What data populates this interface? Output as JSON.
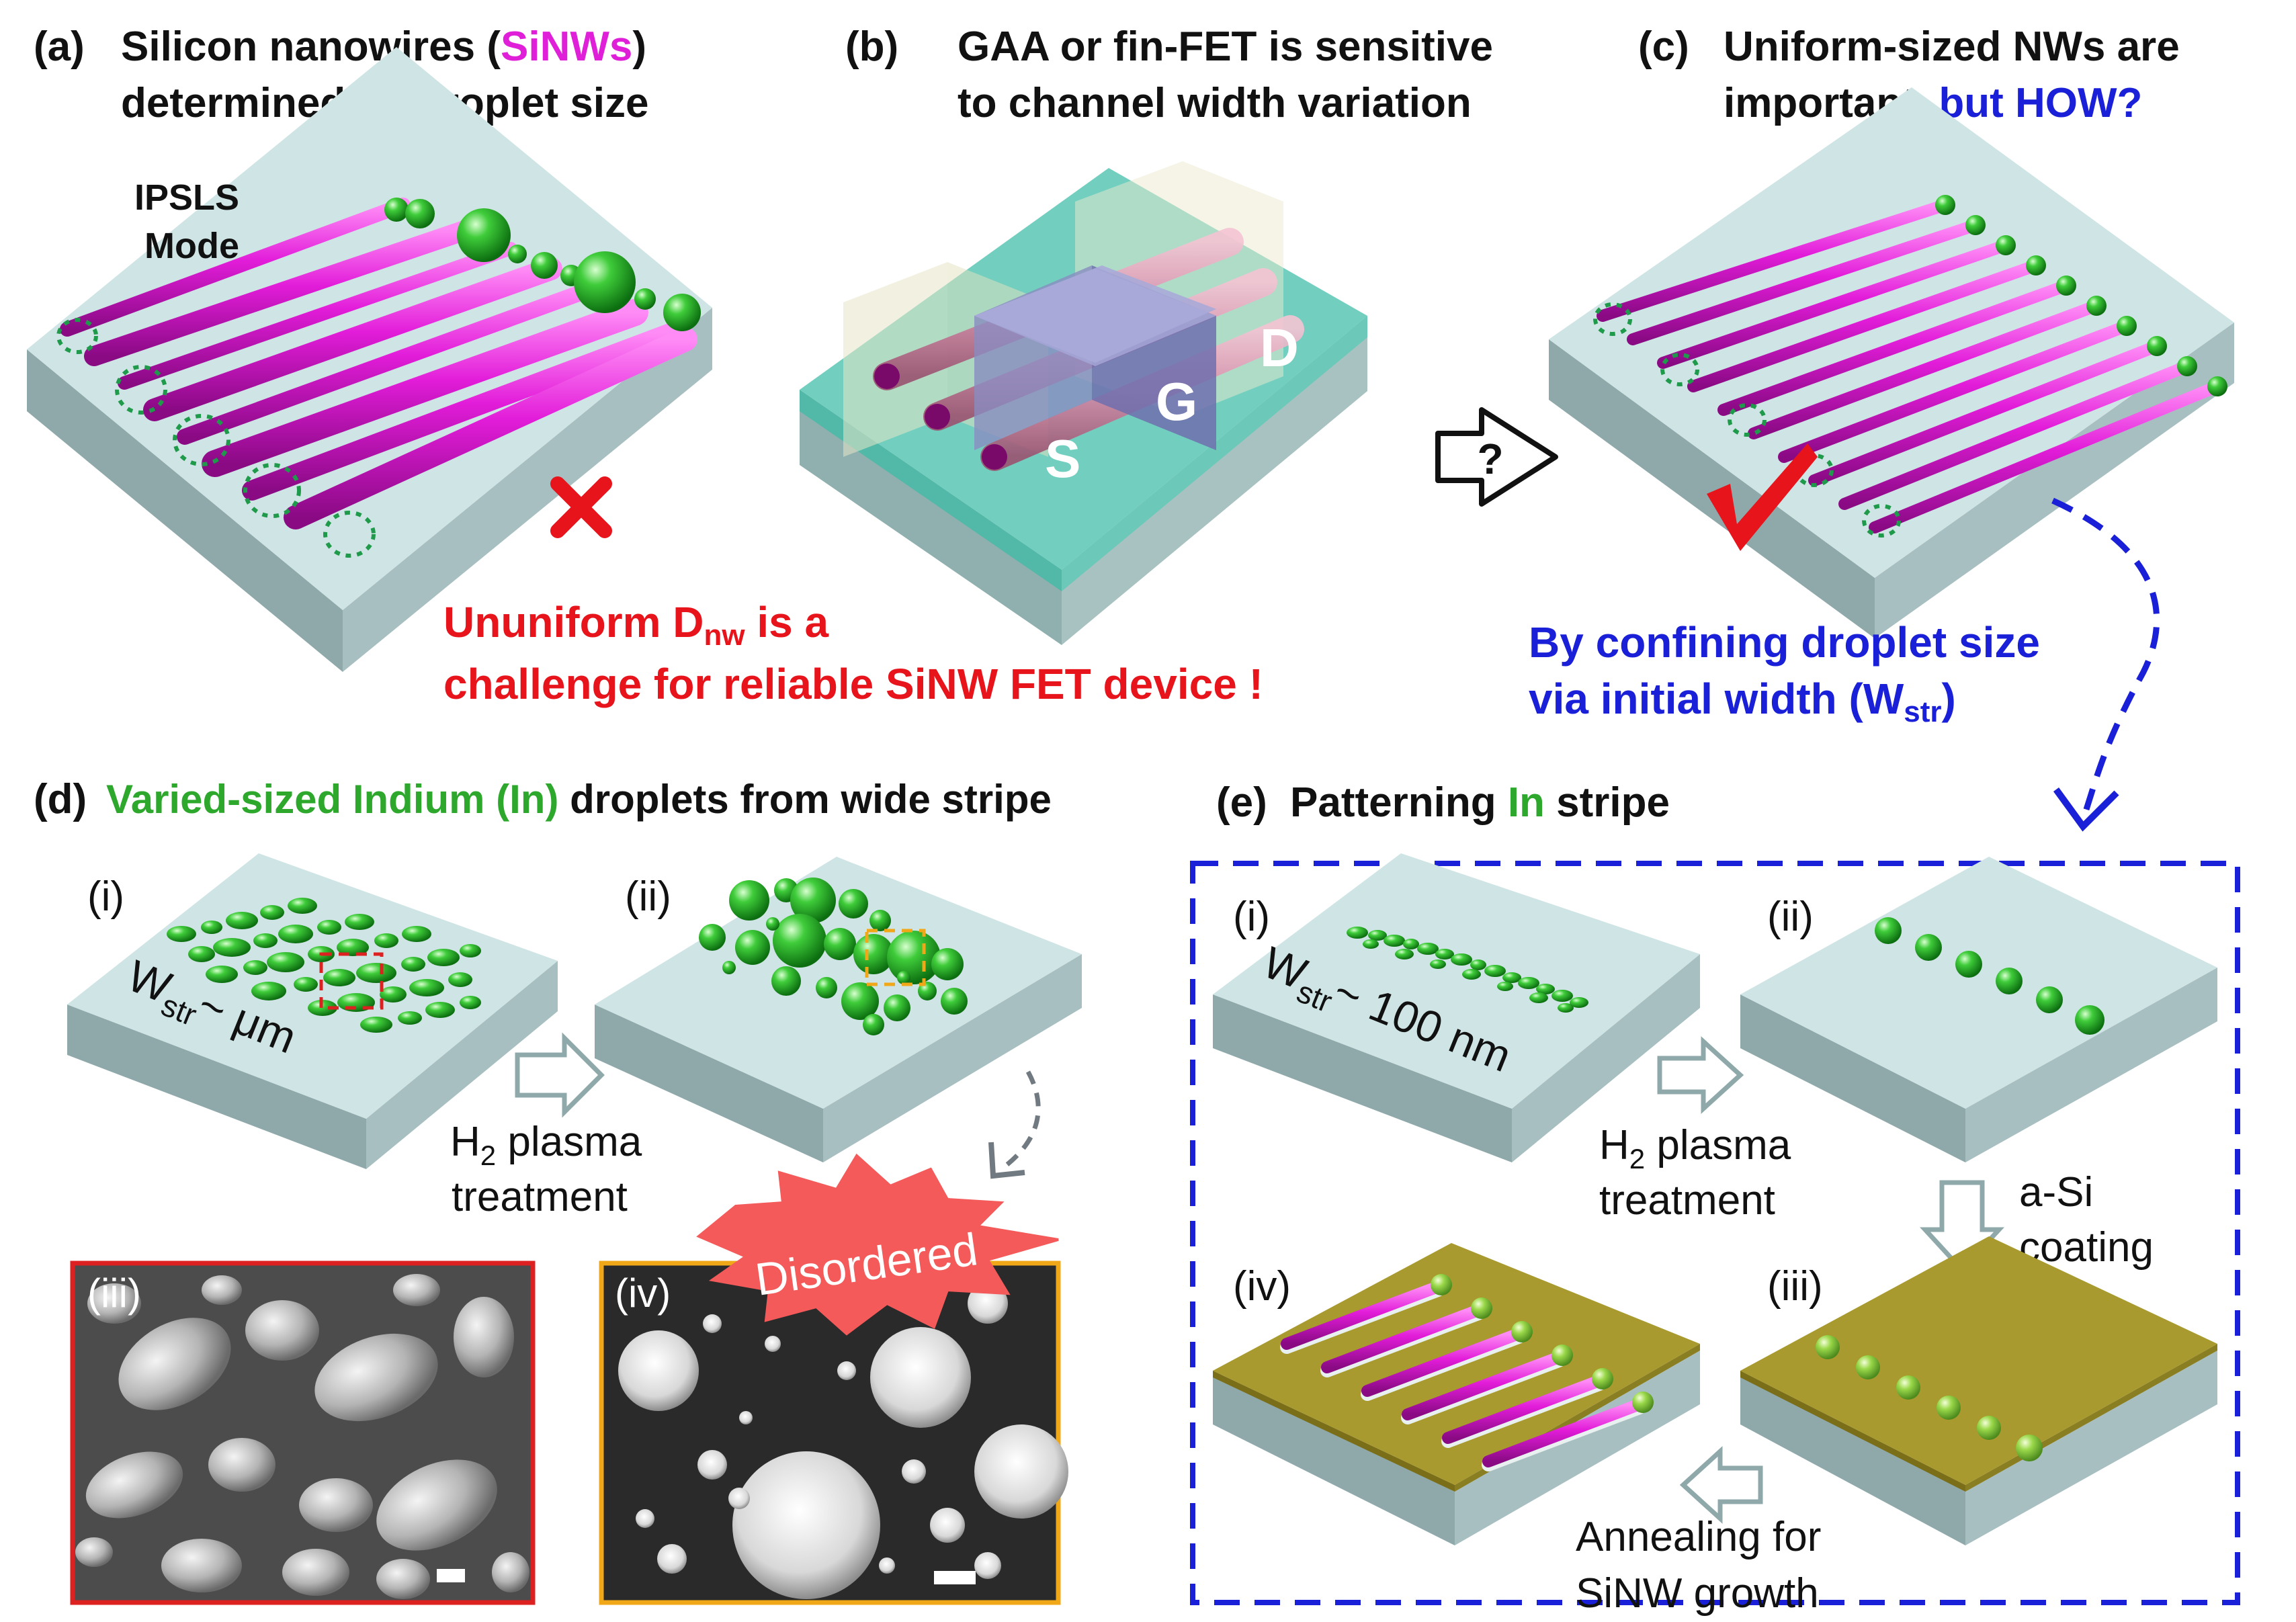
{
  "colors": {
    "nanowire": "#e020d8",
    "droplet": "#22aa22",
    "indium_label": "#2da82d",
    "substrate_top": "#cfe4e4",
    "substrate_front": "#8fa9ab",
    "substrate_side": "#a7bfc0",
    "coating": "#a89a2e",
    "warning_red": "#e8141c",
    "confine_blue": "#1a1fd8",
    "frame_red": "#dd2020",
    "frame_orange": "#f0a818",
    "burst": "#f45a5a"
  },
  "panel_a": {
    "tag": "(a)",
    "title_pre": "Silicon nanowires (",
    "title_highlight": "SiNWs",
    "title_post": ")",
    "title_line2": "determined by droplet size",
    "mode_line1": "IPSLS",
    "mode_line2": "Mode",
    "mark_icon": "cross-icon"
  },
  "panel_b": {
    "tag": "(b)",
    "title_line1": "GAA or fin-FET is sensitive",
    "title_line2": "to channel width variation",
    "label_s": "S",
    "label_g": "G",
    "label_d": "D"
  },
  "transition": {
    "arrow_label": "?"
  },
  "panel_c": {
    "tag": "(c)",
    "title_line1": "Uniform-sized NWs are",
    "title_line2_pre": "important, ",
    "title_line2_highlight": "but HOW?",
    "mark_icon": "check-icon"
  },
  "warning": {
    "line1_pre": "Ununiform D",
    "line1_sub": "nw",
    "line1_post": " is a",
    "line2": "challenge for reliable SiNW FET device !"
  },
  "confine": {
    "line1": "By confining droplet size",
    "line2_pre": "via initial width (W",
    "line2_sub": "str",
    "line2_post": ")"
  },
  "panel_d": {
    "tag": "(d)",
    "title_highlight": "Varied-sized Indium (In)",
    "title_post": " droplets from wide stripe",
    "step_i": "(i)",
    "step_ii": "(ii)",
    "step_iii": "(iii)",
    "step_iv": "(iv)",
    "width_label_w": "W",
    "width_label_sub": "str",
    "width_label_val": "~ μm",
    "treatment_line1_pre": "H",
    "treatment_line1_sub": "2",
    "treatment_line1_post": " plasma",
    "treatment_line2": "treatment",
    "burst_label": "Disordered"
  },
  "panel_e": {
    "tag": "(e)",
    "title_pre": "Patterning ",
    "title_highlight": "In",
    "title_post": " stripe",
    "step_i": "(i)",
    "step_ii": "(ii)",
    "step_iii": "(iii)",
    "step_iv": "(iv)",
    "width_label_w": "W",
    "width_label_sub": "str",
    "width_label_val": "~ 100 nm",
    "treatment_line1_pre": "H",
    "treatment_line1_sub": "2",
    "treatment_line1_post": " plasma",
    "treatment_line2": "treatment",
    "coating_line1": "a-Si",
    "coating_line2": "coating",
    "anneal_line1": "Annealing for",
    "anneal_line2": "SiNW growth"
  }
}
